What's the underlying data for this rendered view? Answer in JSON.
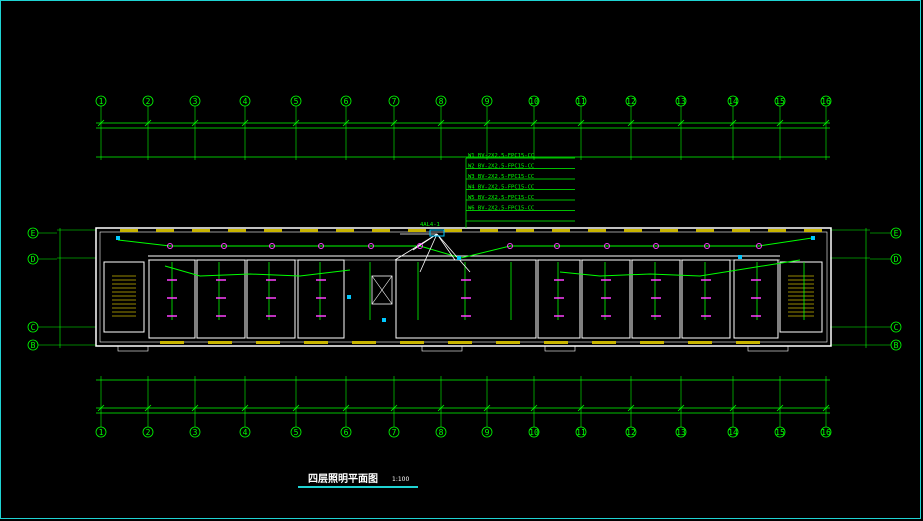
{
  "drawing": {
    "title": "四层照明平面图",
    "scale": "1:100"
  },
  "axes": {
    "columns": [
      "1",
      "2",
      "3",
      "4",
      "5",
      "6",
      "7",
      "8",
      "9",
      "10",
      "11",
      "12",
      "13",
      "14",
      "15",
      "16"
    ],
    "rows": [
      "E",
      "D",
      "C",
      "B"
    ]
  },
  "panel": {
    "label": "4AL4-1"
  },
  "circuits": [
    {
      "id": "W1",
      "text": "W1 BV-2X2.5-FPC15-CC"
    },
    {
      "id": "W2",
      "text": "W2 BV-2X2.5-FPC15-CC"
    },
    {
      "id": "W3",
      "text": "W3 BV-2X2.5-FPC15-CC"
    },
    {
      "id": "W4",
      "text": "W4 BV-2X2.5-FPC15-CC"
    },
    {
      "id": "W5",
      "text": "W5 BV-2X2.5-FPC15-CC"
    },
    {
      "id": "W6",
      "text": "W6 BV-2X2.5-FPC15-CC"
    }
  ],
  "colors": {
    "frame": "#1fd3d3",
    "grid": "#00ff00",
    "walls": "#ffffff",
    "windows": "#c8b400",
    "circuits": "#00ff00",
    "lights": "#ff40ff",
    "devices": "#00c8ff"
  }
}
